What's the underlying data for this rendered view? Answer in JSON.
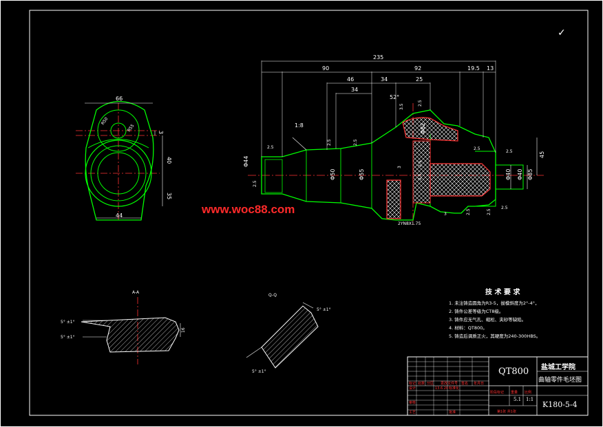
{
  "watermark": "www.woc88.com",
  "check_mark": "✓",
  "section_labels": {
    "aa": "A-A",
    "bb": "Q-Q"
  },
  "tech_requirements": {
    "title": "技 术 要 求",
    "items": [
      "1. 未注铸造圆角为R3-5，拔模斜度为2°-4°，",
      "2. 铸件公差等级为CT8级。",
      "3. 铸件应无气孔、缩松、夹砂等缺陷。",
      "4. 材料：QT800。",
      "5. 铸造后调质正火，其硬度为240-300HBS。"
    ]
  },
  "title_block": {
    "material": "QT800",
    "institution": "盐城工学院",
    "drawing_name": "曲轴零件毛坯图",
    "drawing_number": "K180-5-4",
    "scale_values": [
      "5.1",
      "1:1"
    ],
    "sheet": "第1张 共1张",
    "date": "13.6.20",
    "grid_labels": [
      "标记",
      "处数",
      "分区",
      "更改文件号",
      "签名",
      "年月日",
      "设计",
      "标准化",
      "阶段标记",
      "重量",
      "比例",
      "审核",
      "工艺",
      "批准"
    ]
  },
  "dimensions": {
    "left_view": {
      "width_top": "66",
      "width_bottom": "44",
      "height_1": "40",
      "height_2": "35",
      "right_small": "3",
      "r1": "R50",
      "r2": "R55"
    },
    "main_view": {
      "overall": "235",
      "top_row": [
        "90",
        "92",
        "19.5",
        "13"
      ],
      "second_row": [
        "46",
        "34",
        "25"
      ],
      "third_row": [
        "34"
      ],
      "angle": "52°",
      "taper": "1:8",
      "diameters": [
        "Φ44",
        "Φ50",
        "Φ55",
        "Φ82",
        "Φ40",
        "Φ85",
        "Φ40"
      ],
      "small": [
        "2.5",
        "2.5",
        "2.5",
        "3.5",
        "2.5",
        "2.5",
        "2.5",
        "3",
        "2.5",
        "2.5",
        "2.5",
        "2.5",
        "2.5",
        "3",
        "2.5"
      ],
      "right_height": "45",
      "bottom_note": "2YN8X1.75"
    },
    "section_angles": {
      "aa1": "5° ±1°",
      "aa2": "5° ±1°",
      "bb1": "5° ±1°",
      "bb2": "5° ±1°",
      "aa_height": "16"
    }
  }
}
